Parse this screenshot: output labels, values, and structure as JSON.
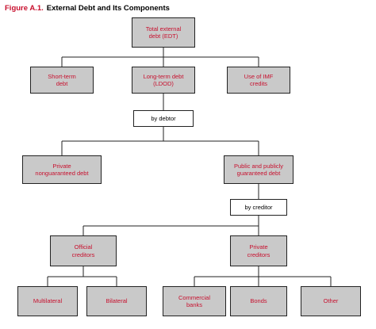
{
  "figure": {
    "label": "Figure A.1.",
    "title": "External Debt and Its Components"
  },
  "nodes": {
    "edt": "Total external\ndebt (EDT)",
    "short_term": "Short-term\ndebt",
    "long_term": "Long-term debt\n(LDOD)",
    "imf": "Use of IMF\ncredits",
    "by_debtor": "by debtor",
    "private_nonguaranteed": "Private\nnonguaranteed debt",
    "public_guaranteed": "Public and publicly\nguaranteed debt",
    "by_creditor": "by creditor",
    "official_creditors": "Official\ncreditors",
    "private_creditors": "Private\ncreditors",
    "multilateral": "Multilateral",
    "bilateral": "Bilateral",
    "commercial_banks": "Commercial\nbanks",
    "bonds": "Bonds",
    "other": "Other"
  },
  "colors": {
    "node_text": "#c8102e",
    "node_fill": "#c9c9c9",
    "label_fill": "#ffffff"
  }
}
